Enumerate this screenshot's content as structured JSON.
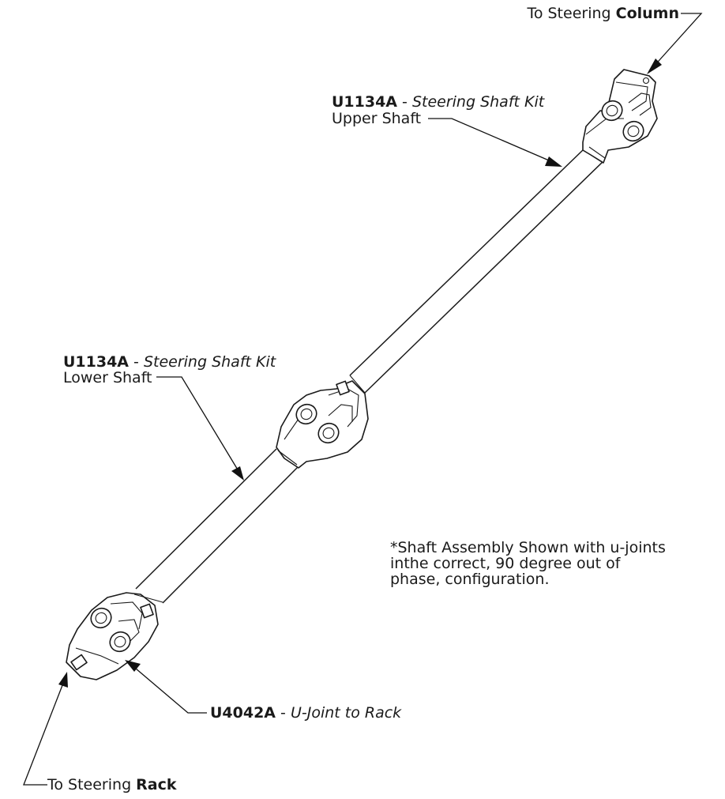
{
  "callouts": {
    "to_column": {
      "prefix": "To Steering ",
      "emphasis": "Column"
    },
    "upper_shaft": {
      "part_no": "U1134A",
      "separator": " - ",
      "kit": "Steering Shaft Kit",
      "item": "Upper Shaft"
    },
    "lower_shaft": {
      "part_no": "U1134A",
      "separator": " - ",
      "kit": "Steering Shaft Kit",
      "item": "Lower Shaft"
    },
    "u_joint": {
      "part_no": "U4042A",
      "separator": " - ",
      "desc": "U-Joint to Rack"
    },
    "to_rack": {
      "prefix": "To Steering ",
      "emphasis": "Rack"
    }
  },
  "note": {
    "lines": [
      "*Shaft Assembly Shown with u-joints",
      "inthe correct, 90 degree out of",
      "phase, configuration."
    ]
  },
  "colors": {
    "ink": "#1a1a1a",
    "background": "#ffffff"
  }
}
